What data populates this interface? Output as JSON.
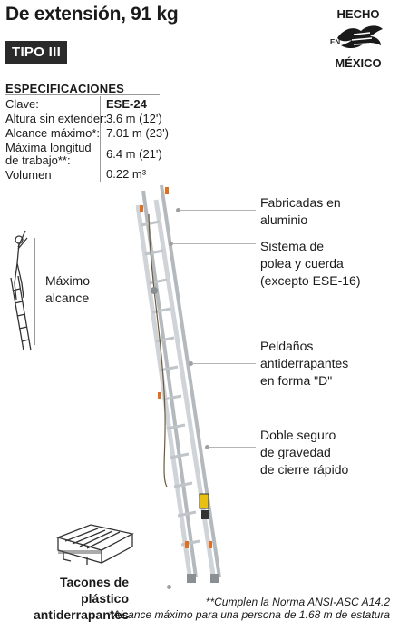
{
  "header": {
    "title": "De extensión, 91 kg",
    "tipo": "TIPO III"
  },
  "badge": {
    "top": "HECHO",
    "en": "EN",
    "bottom": "MÉXICO"
  },
  "specs": {
    "heading": "ESPECIFICACIONES",
    "rows": [
      {
        "label": "Clave:",
        "value": "ESE-24"
      },
      {
        "label": "Altura sin extender:",
        "value": "3.6 m (12')"
      },
      {
        "label": "Alcance máximo*:",
        "value": "7.01 m (23')"
      },
      {
        "label": "Máxima longitud",
        "label2": "de trabajo**:",
        "value": "6.4 m (21')"
      },
      {
        "label": "Volumen",
        "value": "0.22 m³"
      }
    ]
  },
  "callouts": [
    {
      "line1": "Fabricadas en",
      "line2": "aluminio"
    },
    {
      "line1": "Sistema de",
      "line2": "polea y cuerda",
      "line3": "(excepto ESE-16)"
    },
    {
      "line1": "Peldaños",
      "line2": "antiderrapantes",
      "line3": "en forma \"D\""
    },
    {
      "line1": "Doble seguro",
      "line2": "de gravedad",
      "line3": "de cierre rápido"
    }
  ],
  "reach": {
    "line1": "Máximo",
    "line2": "alcance"
  },
  "feet": {
    "line1": "Tacones de plástico",
    "line2": "antiderrapantes"
  },
  "notes": {
    "note1": "**Cumplen la Norma ANSI-ASC A14.2",
    "note2": "*Alcance máximo para una persona de 1.68 m de estatura"
  },
  "colors": {
    "text": "#1a1a1a",
    "tipo_bg": "#2a2a2a",
    "ladder": "#c8ccd0",
    "accent_orange": "#e07020",
    "accent_yellow": "#e8c010"
  }
}
